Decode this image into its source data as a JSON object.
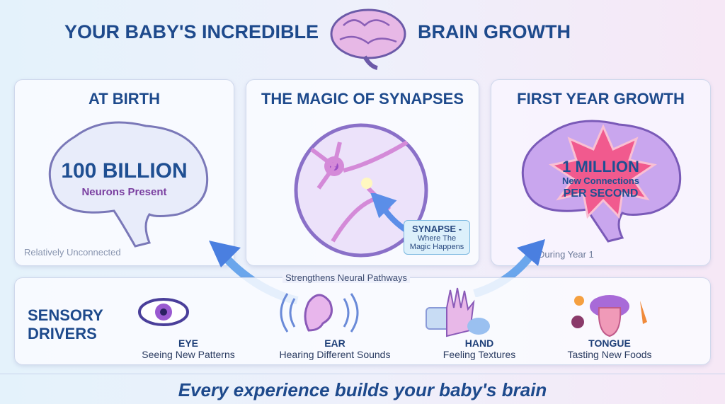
{
  "title": {
    "left": "YOUR BABY'S INCREDIBLE",
    "right": "BRAIN GROWTH"
  },
  "birth": {
    "heading": "AT BIRTH",
    "number": "100 BILLION",
    "label": "Neurons Present",
    "note": "Relatively Unconnected"
  },
  "synapses": {
    "heading": "THE MAGIC OF SYNAPSES",
    "callout_title": "SYNAPSE -",
    "callout_line1": "Where The",
    "callout_line2": "Magic Happens",
    "pathway": "Strengthens Neural Pathways"
  },
  "growth": {
    "heading": "FIRST YEAR GROWTH",
    "number": "1 MILLION",
    "line1": "New Connections",
    "line2": "PER SECOND",
    "note": "During Year 1"
  },
  "sensory": {
    "heading_line1": "SENSORY",
    "heading_line2": "DRIVERS",
    "items": [
      {
        "name": "EYE",
        "desc": "Seeing New Patterns",
        "icon": "eye-icon"
      },
      {
        "name": "EAR",
        "desc": "Hearing Different Sounds",
        "icon": "ear-icon"
      },
      {
        "name": "HAND",
        "desc": "Feeling Textures",
        "icon": "hand-icon"
      },
      {
        "name": "TONGUE",
        "desc": "Tasting New Foods",
        "icon": "tongue-icon"
      }
    ]
  },
  "footer": "Every experience builds your baby's brain",
  "colors": {
    "navy": "#1e4a8c",
    "purple": "#7a3fa0",
    "pink": "#f0508c"
  }
}
